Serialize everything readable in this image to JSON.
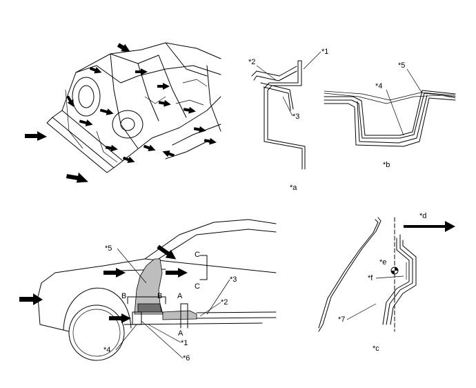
{
  "labels": {
    "p1": "*1",
    "p2": "*2",
    "p3": "*3",
    "p4": "*4",
    "p5": "*5",
    "p6": "*6",
    "p7": "*7",
    "a": "*a",
    "b": "*b",
    "c": "*c",
    "d": "*d",
    "e": "*e",
    "f": "*f"
  },
  "section_marks": {
    "A": "A",
    "B": "B",
    "C": "C"
  }
}
